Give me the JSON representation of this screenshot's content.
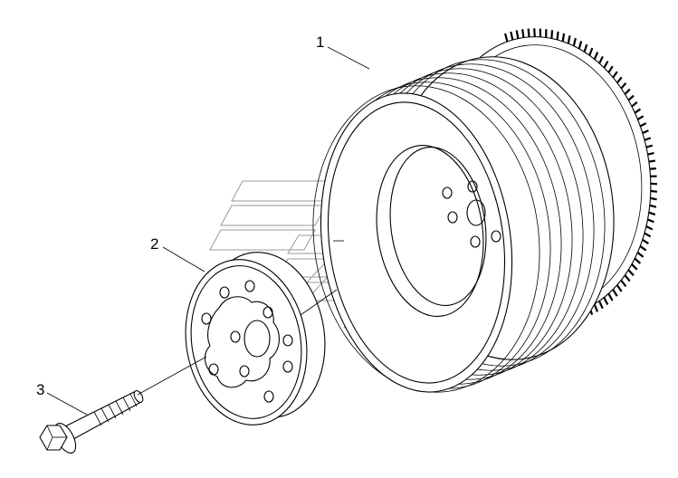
{
  "diagram": {
    "callouts": [
      {
        "id": "1",
        "label": "1",
        "part": "crankshaft-pulley-assembly"
      },
      {
        "id": "2",
        "label": "2",
        "part": "hub-flange"
      },
      {
        "id": "3",
        "label": "3",
        "part": "bolt"
      }
    ]
  }
}
